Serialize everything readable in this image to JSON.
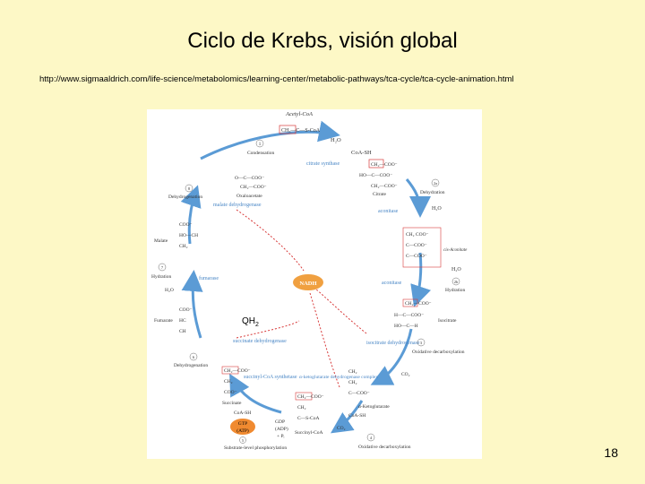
{
  "slide": {
    "title": "Ciclo de Krebs, visión global",
    "url": "http://www.sigmaaldrich.com/life-science/metabolomics/learning-center/metabolic-pathways/tca-cycle/tca-cycle-animation.html",
    "page_number": "18",
    "qh2_label": "QH",
    "qh2_sub": "2"
  },
  "diagram": {
    "center": "NADH",
    "top": {
      "acetyl": "Acetyl-CoA",
      "acetyl_formula": "CH₃—C—S-CoA",
      "h2o": "H₂O",
      "coash": "CoA-SH"
    },
    "steps": [
      {
        "num": "1",
        "name": "Condensation"
      },
      {
        "num": "2a",
        "name": "Dehydration"
      },
      {
        "num": "2b",
        "name": "Hydration"
      },
      {
        "num": "3",
        "name": "Oxidative decarboxylation"
      },
      {
        "num": "4",
        "name": "Oxidative decarboxylation"
      },
      {
        "num": "5",
        "name": "Substrate-level phosphorylation"
      },
      {
        "num": "6",
        "name": "Dehydrogenation"
      },
      {
        "num": "7",
        "name": "Hydration"
      },
      {
        "num": "8",
        "name": "Dehydrogenation"
      }
    ],
    "enzymes": {
      "citrate_synthase": "citrate synthase",
      "aconitase_1": "aconitase",
      "aconitase_2": "aconitase",
      "isocitrate_dh": "isocitrate dehydrogenase",
      "akg_dh": "α-ketoglutarate dehydrogenase complex",
      "succinyl_coa_synthetase": "succinyl-CoA synthetase",
      "succinate_dh": "succinate dehydrogenase",
      "fumarase": "fumarase",
      "malate_dh": "malate dehydrogenase"
    },
    "metabolites": {
      "citrate": "Citrate",
      "cis_aconitate": "cis-Aconitate",
      "isocitrate": "Isocitrate",
      "akg": "α-Ketoglutarate",
      "succinyl_coa": "Succinyl-CoA",
      "succinate": "Succinate",
      "fumarate": "Fumarate",
      "malate": "Malate",
      "oxaloacetate": "Oxaloacetate"
    },
    "side": {
      "gtp": "GTP",
      "atp": "(ATP)",
      "gdp": "GDP",
      "adp": "(ADP)",
      "pi": "+ Pᵢ",
      "co2_a": "CO₂",
      "co2_b": "CO₂",
      "coash_b": "CoA-SH",
      "coash_c": "CoA-SH",
      "h2o_b": "H₂O",
      "h2o_c": "H₂O",
      "h2o_d": "H₂O"
    },
    "colors": {
      "enzyme": "#4a87c6",
      "arrow": "#5b9bd5",
      "nadh": "#f0a040",
      "gtp": "#f08a30",
      "redline": "#d83a3a"
    }
  }
}
